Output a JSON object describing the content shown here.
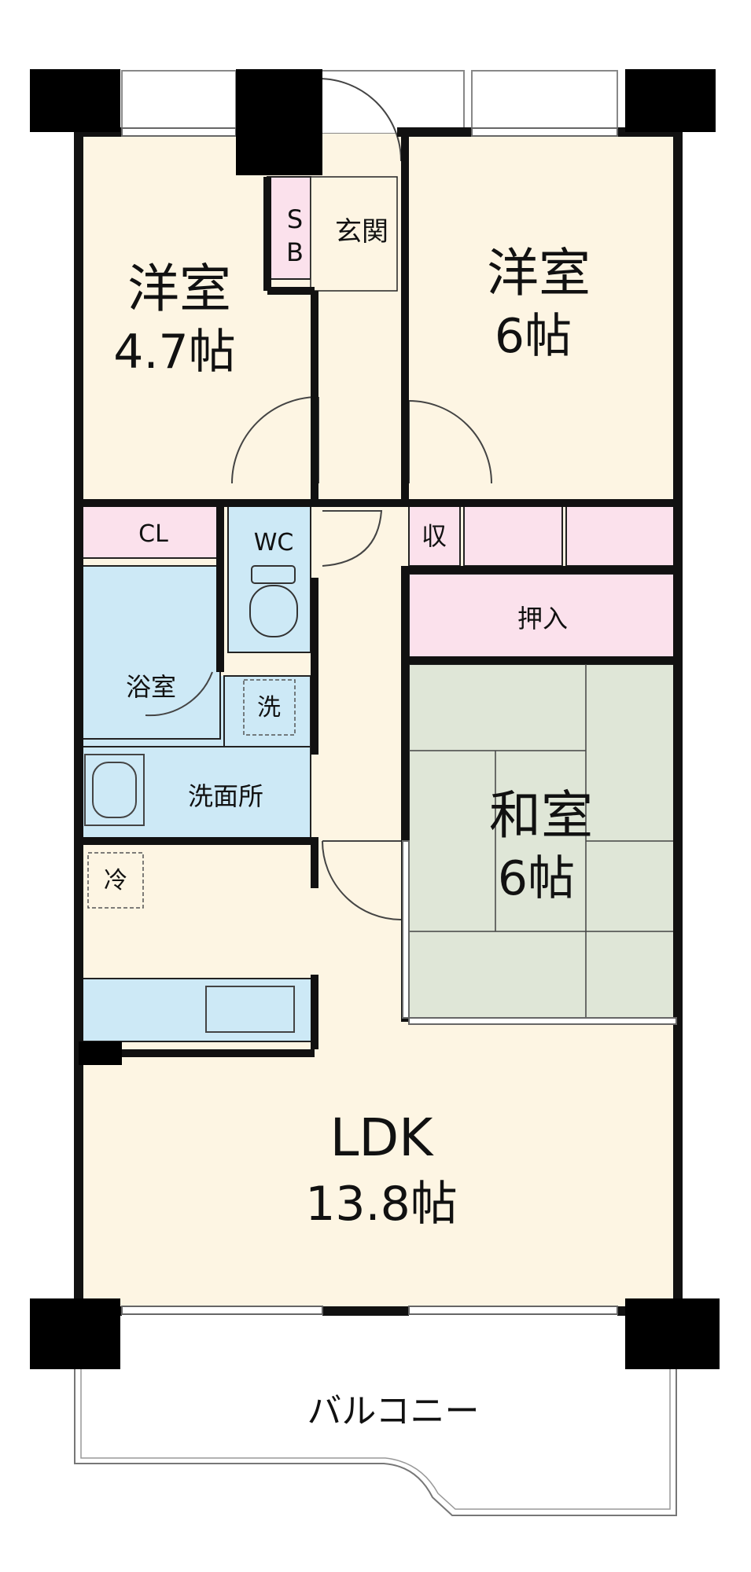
{
  "rooms": {
    "western_room_1": {
      "name": "洋室",
      "size": "4.7帖"
    },
    "western_room_2": {
      "name": "洋室",
      "size": "6帖"
    },
    "japanese_room": {
      "name": "和室",
      "size": "6帖"
    },
    "ldk": {
      "name": "LDK",
      "size": "13.8帖"
    },
    "entrance": "玄関",
    "shoe_box": "S B",
    "closet": "CL",
    "wc": "WC",
    "bathroom": "浴室",
    "washroom": "洗面所",
    "storage": "収",
    "oshiire": "押入",
    "washer": "洗",
    "fridge": "冷",
    "balcony": "バルコニー"
  },
  "colors": {
    "wall": "#111111",
    "room_floor": "#fdf5e3",
    "wet_area": "#cde9f6",
    "closet": "#fbe1ec",
    "tatami": "#dfe6d7",
    "outdoor": "#ffffff"
  }
}
